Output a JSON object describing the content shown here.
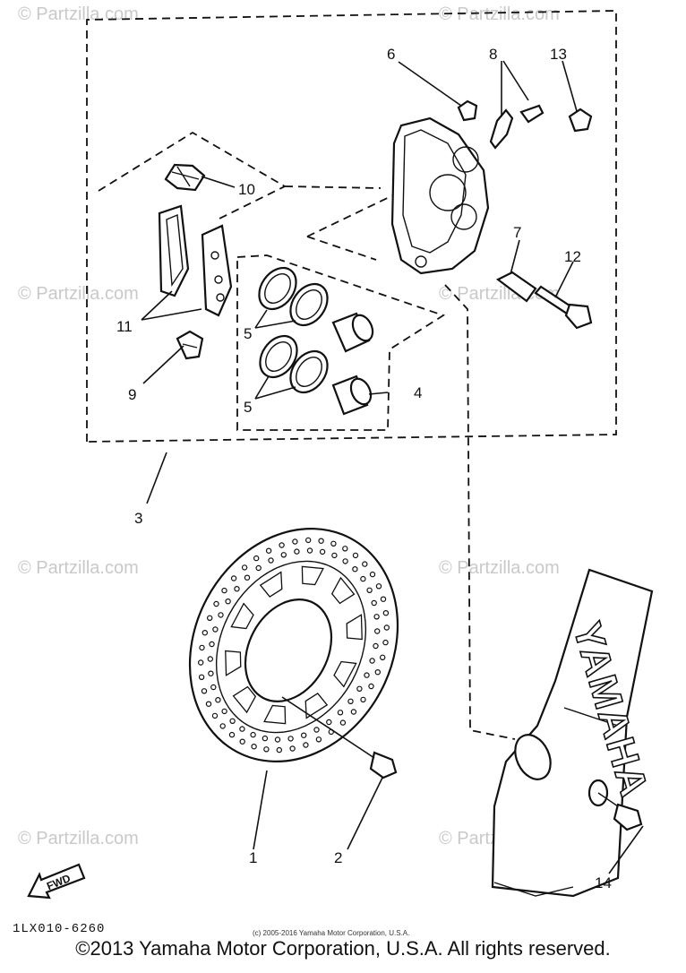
{
  "watermark": "© Partzilla.com",
  "callouts": {
    "c1": "1",
    "c2": "2",
    "c3": "3",
    "c4": "4",
    "c5a": "5",
    "c5b": "5",
    "c6": "6",
    "c7": "7",
    "c8": "8",
    "c9": "9",
    "c10": "10",
    "c11": "11",
    "c12": "12",
    "c13": "13",
    "c14": "14"
  },
  "fwd_label": "FWD",
  "fork_brand": "YAMAHA",
  "diagram_code": "1LX010-6260",
  "small_copyright": "(c) 2005-2016 Yamaha Motor Corporation, U.S.A.",
  "copyright": "©2013 Yamaha Motor Corporation, U.S.A. All rights reserved."
}
